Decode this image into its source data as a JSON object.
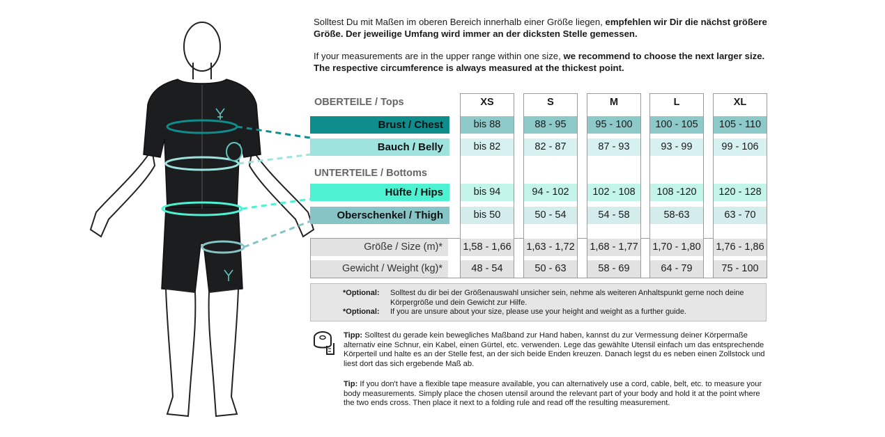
{
  "intro": {
    "de_normal": "Solltest Du mit Maßen im oberen Bereich innerhalb einer Größe liegen, ",
    "de_bold": "empfehlen wir Dir die nächst größere Größe. Der jeweilige Umfang wird immer an der dicksten Stelle gemessen.",
    "en_normal": "If your measurements are in the upper range within one size, ",
    "en_bold": "we recommend to choose the next larger size. The respective circumference is always measured at the thickest point."
  },
  "groups": {
    "tops": "OBERTEILE / Tops",
    "bottoms": "UNTERTEILE / Bottoms"
  },
  "sizes": [
    "XS",
    "S",
    "M",
    "L",
    "XL"
  ],
  "rows": {
    "chest": {
      "label": "Brust / Chest",
      "values": [
        "bis 88",
        "88 - 95",
        "95 - 100",
        "100 - 105",
        "105 - 110"
      ]
    },
    "belly": {
      "label": "Bauch / Belly",
      "values": [
        "bis 82",
        "82 - 87",
        "87 - 93",
        "93 - 99",
        "99 - 106"
      ]
    },
    "hips": {
      "label": "Hüfte / Hips",
      "values": [
        "bis 94",
        "94 - 102",
        "102 - 108",
        "108 -120",
        "120 - 128"
      ]
    },
    "thigh": {
      "label": "Oberschenkel / Thigh",
      "values": [
        "bis 50",
        "50 - 54",
        "54 - 58",
        "58-63",
        "63 - 70"
      ]
    },
    "height": {
      "label": "Größe / Size (m)*",
      "values": [
        "1,58 - 1,66",
        "1,63 - 1,72",
        "1,68 - 1,77",
        "1,70 - 1,80",
        "1,76 - 1,86"
      ]
    },
    "weight": {
      "label": "Gewicht / Weight (kg)*",
      "values": [
        "48 - 54",
        "50 - 63",
        "58 - 69",
        "64 - 79",
        "75 - 100"
      ]
    }
  },
  "optional": {
    "key": "*Optional:",
    "de": "Solltest du dir bei der Größenauswahl unsicher sein, nehme als weiteren Anhaltspunkt gerne noch deine Körpergröße und dein Gewicht zur Hilfe.",
    "en": "If you are unsure about your size, please use your height and weight as a further guide."
  },
  "tip": {
    "de_key": "Tipp:",
    "de": " Solltest du gerade kein bewegliches Maßband zur Hand haben, kannst du zur Vermessung deiner Körpermaße alternativ eine Schnur, ein Kabel, einen Gürtel, etc. verwenden. Lege das gewählte Utensil einfach um das entsprechende Körperteil und halte es an der Stelle fest, an der sich beide Enden kreuzen. Danach legst du es neben einen Zollstock und liest dort das sich ergebende Maß ab.",
    "en_key": "Tip:",
    "en": " If you don't have a flexible tape measure available, you can alternatively use a cord, cable, belt, etc. to measure your body measurements. Simply place the chosen utensil around the relevant part of your body and hold it at the point where the two ends cross. Then place it next to a folding rule and read off the resulting measurement."
  },
  "colors": {
    "chest_label": "#0f8c8c",
    "chest_cells": "#8ec9c9",
    "belly_label": "#9fe3df",
    "belly_cells": "#d6f1ef",
    "hips_label": "#4cf2d2",
    "hips_cells": "#c3f4e9",
    "thigh_label": "#87c4c6",
    "thigh_cells": "#d4ecec",
    "grey": "#e2e2e2"
  },
  "icons": [
    "tape-measure-icon",
    "deer-logo-icon"
  ]
}
